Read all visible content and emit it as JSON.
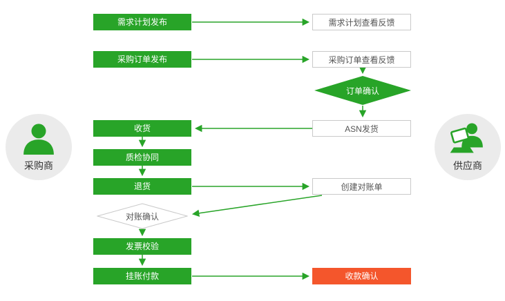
{
  "actors": {
    "buyer": {
      "label": "采购商",
      "icon": "person-icon"
    },
    "supplier": {
      "label": "供应商",
      "icon": "person-laptop-icon"
    }
  },
  "nodes": {
    "demand_plan_publish": {
      "label": "需求计划发布",
      "type": "process",
      "color": "green"
    },
    "demand_plan_feedback": {
      "label": "需求计划查看反馈",
      "type": "process",
      "color": "white"
    },
    "po_publish": {
      "label": "采购订单发布",
      "type": "process",
      "color": "green"
    },
    "po_feedback": {
      "label": "采购订单查看反馈",
      "type": "process",
      "color": "white"
    },
    "order_confirm": {
      "label": "订单确认",
      "type": "decision",
      "color": "green"
    },
    "asn_ship": {
      "label": "ASN发货",
      "type": "process",
      "color": "white"
    },
    "receive": {
      "label": "收货",
      "type": "process",
      "color": "green"
    },
    "quality_collab": {
      "label": "质检协同",
      "type": "process",
      "color": "green"
    },
    "return_goods": {
      "label": "退货",
      "type": "process",
      "color": "green"
    },
    "create_statement": {
      "label": "创建对账单",
      "type": "process",
      "color": "white"
    },
    "recon_confirm": {
      "label": "对账确认",
      "type": "decision",
      "color": "white"
    },
    "invoice_verify": {
      "label": "发票校验",
      "type": "process",
      "color": "green"
    },
    "pending_payment": {
      "label": "挂账付款",
      "type": "process",
      "color": "green"
    },
    "receipt_confirm": {
      "label": "收款确认",
      "type": "process",
      "color": "red"
    }
  },
  "colors": {
    "green": "#28a428",
    "red": "#f4562c",
    "box_border": "#c9c9c9",
    "box_text": "#555555",
    "circle_bg": "#ebebeb",
    "actor_text": "#333333"
  }
}
